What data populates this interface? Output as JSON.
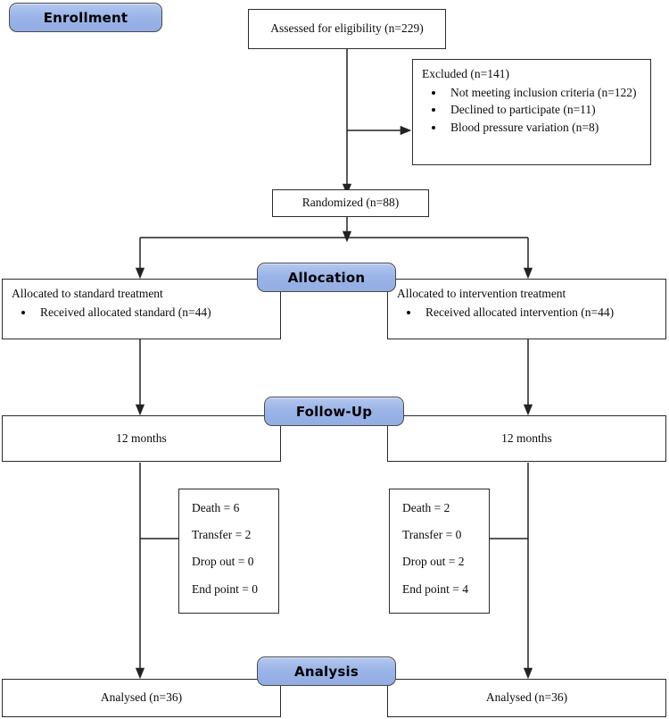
{
  "diagram": {
    "title": "CONSORT participant flow diagram",
    "accent_color": "#9ab4e8",
    "border_color": "#2b2b2b"
  },
  "banners": {
    "enrollment": "Enrollment",
    "allocation": "Allocation",
    "followup": "Follow-Up",
    "analysis": "Analysis"
  },
  "enrollment": {
    "assessed": "Assessed for eligibility (n=229)",
    "excluded_title": "Excluded (n=141)",
    "excluded_reasons": [
      "Not meeting inclusion criteria (n=122)",
      "Declined to participate (n=11)",
      "Blood pressure variation (n=8)"
    ],
    "randomized": "Randomized (n=88)"
  },
  "allocation": {
    "left": {
      "title": "Allocated to standard treatment",
      "items": [
        "Received allocated standard (n=44)"
      ]
    },
    "right": {
      "title": "Allocated to intervention treatment",
      "items": [
        "Received allocated intervention (n=44)"
      ]
    }
  },
  "followup": {
    "left_period": "12 months",
    "right_period": "12 months",
    "left_losses": [
      "Death = 6",
      "Transfer = 2",
      "Drop out = 0",
      "End point = 0"
    ],
    "right_losses": [
      "Death = 2",
      "Transfer = 0",
      "Drop out = 2",
      "End point = 4"
    ]
  },
  "analysis": {
    "left": "Analysed (n=36)",
    "right": "Analysed (n=36)"
  }
}
